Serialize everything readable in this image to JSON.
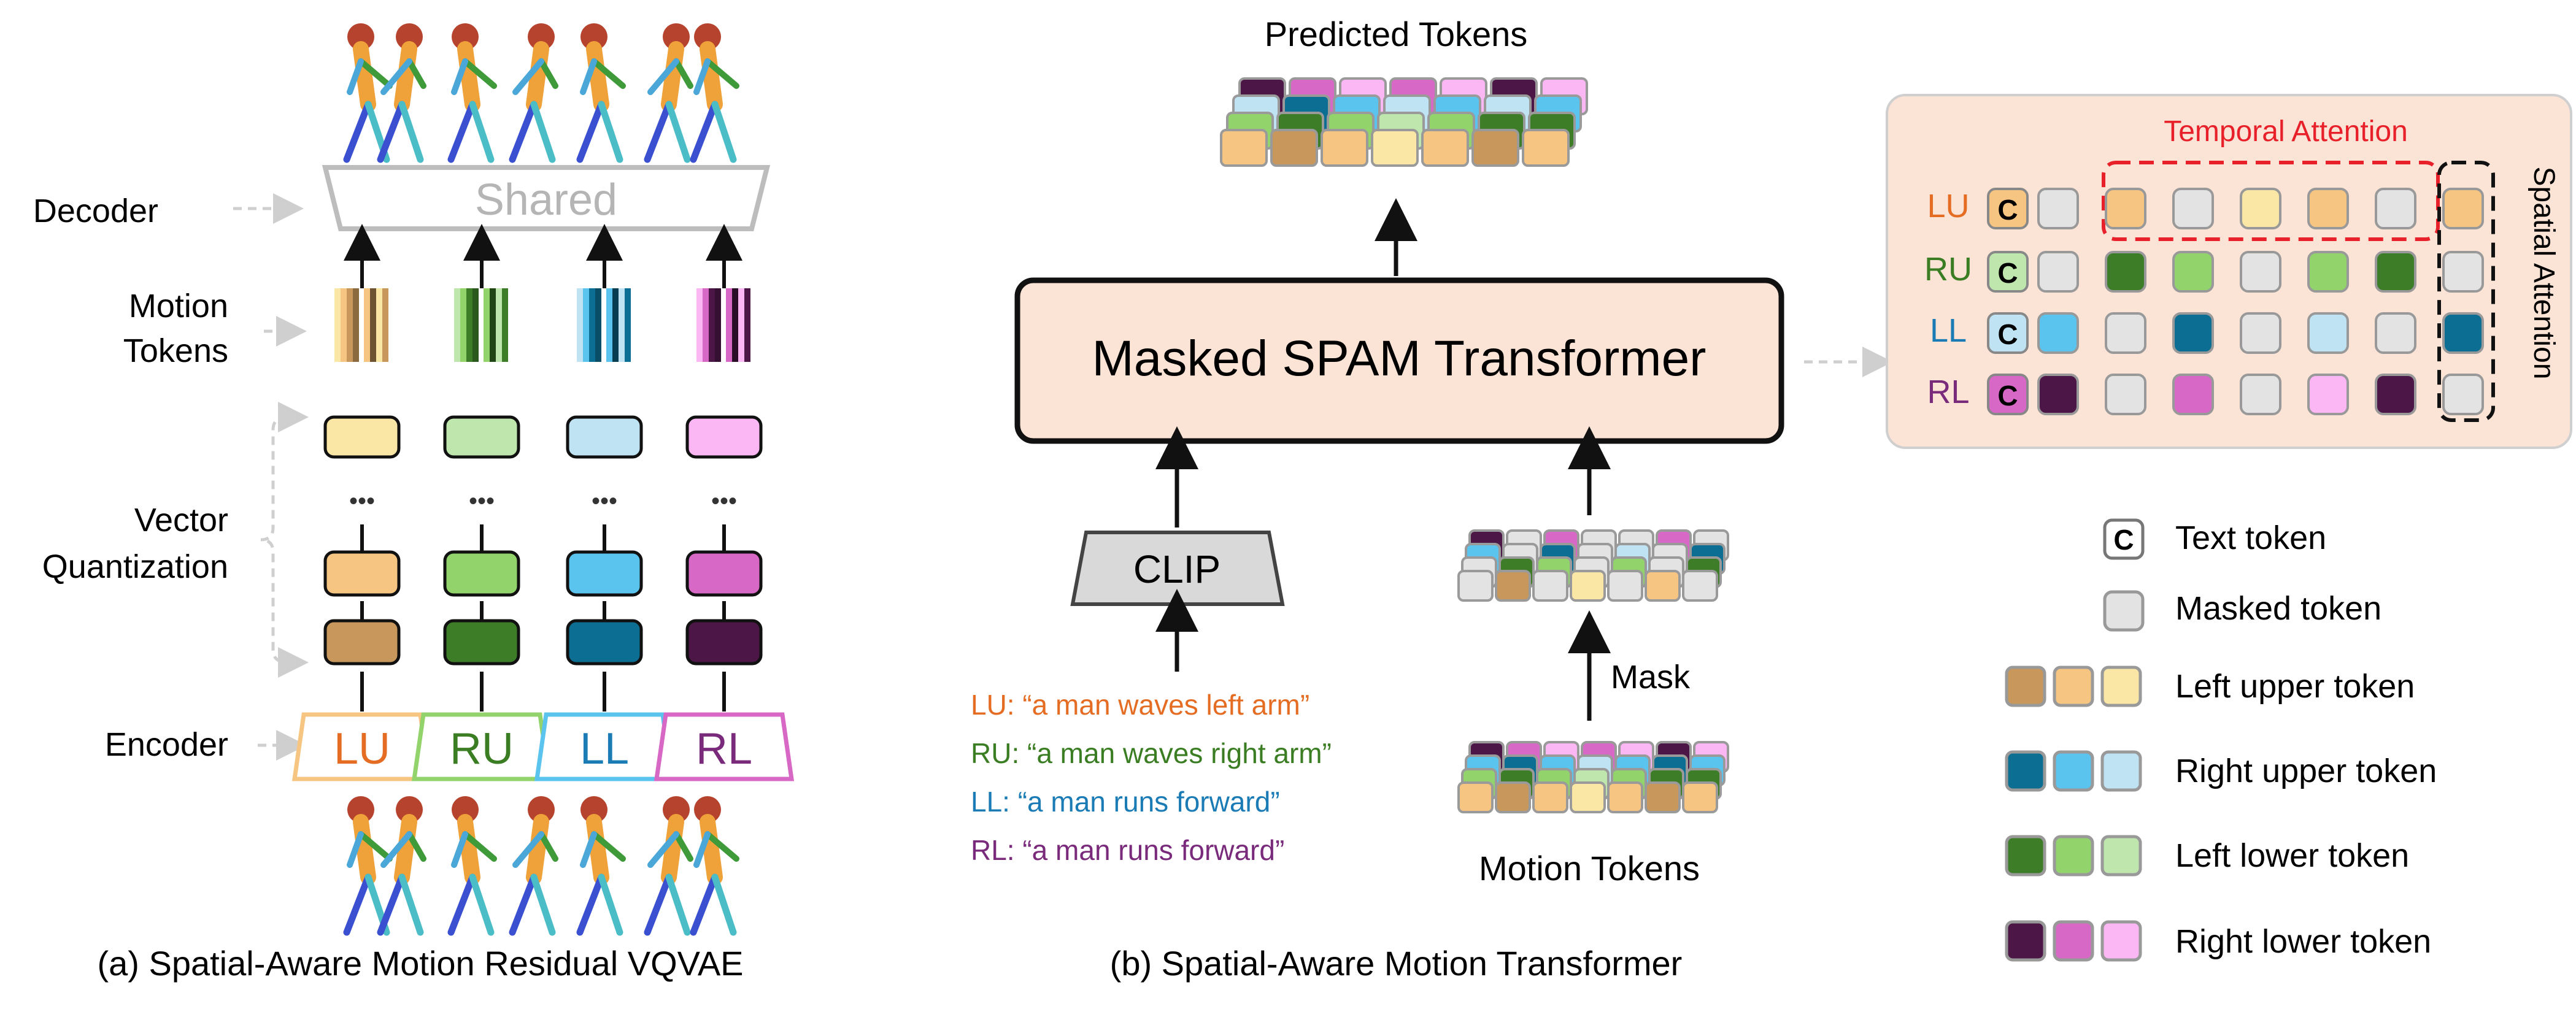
{
  "colors": {
    "lu": [
      "#c8975c",
      "#f7c582",
      "#fbe7a5"
    ],
    "ru": [
      "#3e7d28",
      "#92d36b",
      "#bfe6ad"
    ],
    "ll": [
      "#0d6e93",
      "#5bc4ee",
      "#bfe3f3"
    ],
    "rl": [
      "#4c1747",
      "#d868c5",
      "#fbb6f4"
    ],
    "masked": "#e3e3e3",
    "lu_text": "#e46c23",
    "ru_text": "#3a7d22",
    "ll_text": "#1a7bb5",
    "rl_text": "#7a2a7a",
    "red_dash": "#e8202a",
    "panel_bg": "#fbe3d6"
  },
  "panel_a": {
    "caption": "(a) Spatial-Aware Motion Residual VQVAE",
    "decoder_label": "Decoder",
    "decoder_text": "Shared",
    "motion_tokens_label": [
      "Motion",
      "Tokens"
    ],
    "vq_label": [
      "Vector",
      "Quantization"
    ],
    "encoder_label": "Encoder",
    "encoders": [
      "LU",
      "RU",
      "LL",
      "RL"
    ],
    "dots": "•••"
  },
  "panel_b": {
    "caption": "(b) Spatial-Aware Motion Transformer",
    "predicted_label": "Predicted Tokens",
    "transformer_label": "Masked SPAM Transformer",
    "clip_label": "CLIP",
    "mask_label": "Mask",
    "motion_tokens_label": "Motion Tokens",
    "prompts": [
      "LU: “a man waves left arm”",
      "RU: “a man waves right arm”",
      "LL: “a man runs forward”",
      "RL: “a man runs forward”"
    ]
  },
  "attention": {
    "temporal_label": "Temporal Attention",
    "spatial_label": "Spatial Attention",
    "text_token_symbol": "C",
    "rows": [
      "LU",
      "RU",
      "LL",
      "RL"
    ]
  },
  "legend": {
    "items": [
      "Text token",
      "Masked token",
      "Left upper token",
      "Right upper token",
      "Left lower token",
      "Right lower token"
    ]
  }
}
